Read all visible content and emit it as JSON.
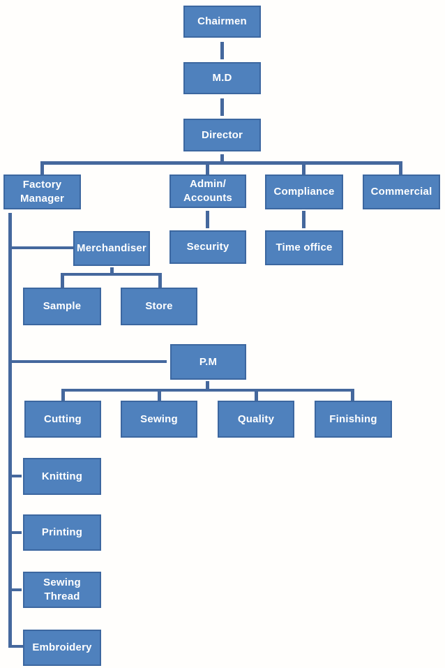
{
  "colors": {
    "box-fill": "#4F81BD",
    "box-border": "#3C67A0",
    "connector": "#45689D",
    "label": "#FFFFFF",
    "background": "#FFFEFC"
  },
  "nodes": {
    "chairmen": {
      "label": "Chairmen"
    },
    "md": {
      "label": "M.D"
    },
    "director": {
      "label": "Director"
    },
    "factory_manager": {
      "label": "Factory\nManager"
    },
    "admin_accounts": {
      "label": "Admin/\nAccounts"
    },
    "compliance": {
      "label": "Compliance"
    },
    "commercial": {
      "label": "Commercial"
    },
    "merchandiser": {
      "label": "Merchandiser"
    },
    "security": {
      "label": "Security"
    },
    "time_office": {
      "label": "Time office"
    },
    "sample": {
      "label": "Sample"
    },
    "store": {
      "label": "Store"
    },
    "pm": {
      "label": "P.M"
    },
    "cutting": {
      "label": "Cutting"
    },
    "sewing": {
      "label": "Sewing"
    },
    "quality": {
      "label": "Quality"
    },
    "finishing": {
      "label": "Finishing"
    },
    "knitting": {
      "label": "Knitting"
    },
    "printing": {
      "label": "Printing"
    },
    "sewing_thread": {
      "label": "Sewing\nThread"
    },
    "embroidery": {
      "label": "Embroidery"
    }
  },
  "edges": [
    [
      "Chairmen",
      "M.D"
    ],
    [
      "M.D",
      "Director"
    ],
    [
      "Director",
      "Factory Manager"
    ],
    [
      "Director",
      "Admin/Accounts"
    ],
    [
      "Director",
      "Compliance"
    ],
    [
      "Director",
      "Commercial"
    ],
    [
      "Admin/Accounts",
      "Security"
    ],
    [
      "Compliance",
      "Time office"
    ],
    [
      "Factory Manager",
      "Merchandiser"
    ],
    [
      "Merchandiser",
      "Sample"
    ],
    [
      "Merchandiser",
      "Store"
    ],
    [
      "Factory Manager",
      "P.M"
    ],
    [
      "P.M",
      "Cutting"
    ],
    [
      "P.M",
      "Sewing"
    ],
    [
      "P.M",
      "Quality"
    ],
    [
      "P.M",
      "Finishing"
    ],
    [
      "Factory Manager",
      "Knitting"
    ],
    [
      "Factory Manager",
      "Printing"
    ],
    [
      "Factory Manager",
      "Sewing Thread"
    ],
    [
      "Factory Manager",
      "Embroidery"
    ]
  ]
}
